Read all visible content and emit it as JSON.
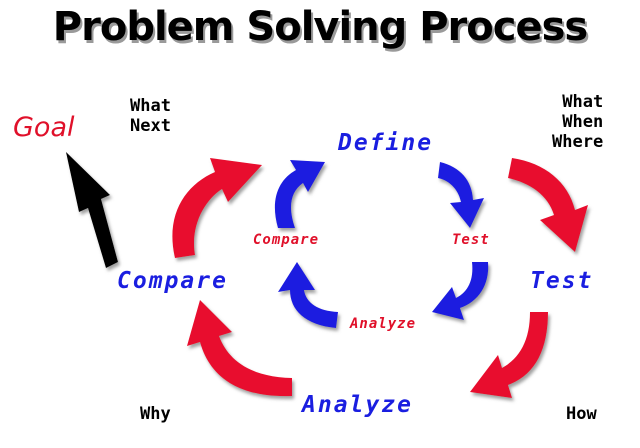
{
  "title": "Problem Solving Process",
  "goal": "Goal",
  "outer_steps": {
    "define": "Define",
    "test": "Test",
    "analyze": "Analyze",
    "compare": "Compare"
  },
  "inner_steps": {
    "test": "Test",
    "analyze": "Analyze",
    "compare": "Compare"
  },
  "questions": {
    "what_next": [
      "What",
      "Next"
    ],
    "what_when_where": [
      "What",
      "When",
      "Where"
    ],
    "why": "Why",
    "how": "How"
  },
  "colors": {
    "outer_arrows": "#e8102e",
    "inner_arrows": "#1a1ee0",
    "goal_arrow": "#000000",
    "step_labels": "#1a1ee0",
    "inner_labels": "#e0102a",
    "goal_label": "#e0102a"
  }
}
